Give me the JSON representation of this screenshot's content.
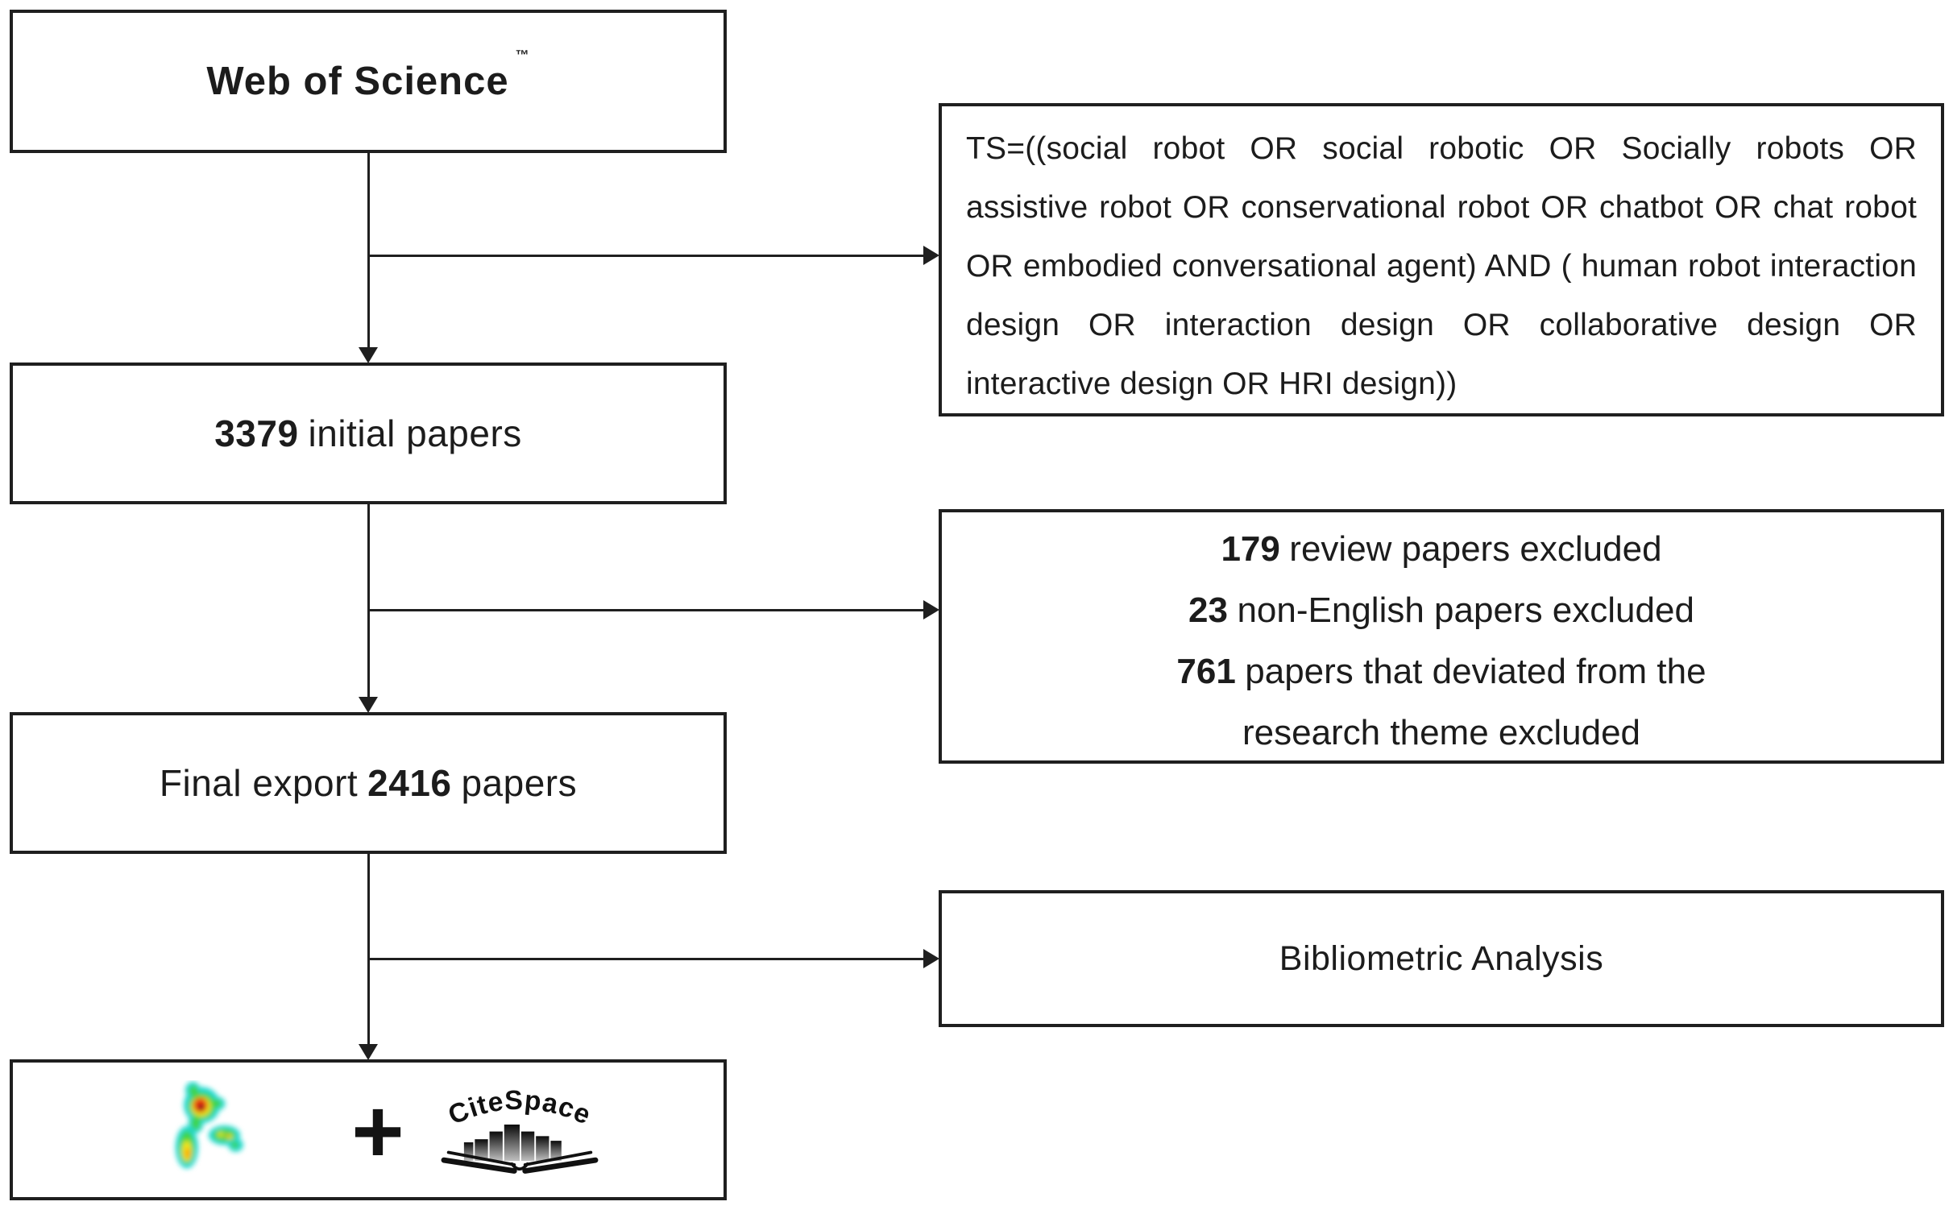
{
  "colors": {
    "ink": "#1c1c1c",
    "background": "#ffffff"
  },
  "boxes": {
    "source": {
      "label": "Web of Science",
      "trademark": "™"
    },
    "initial": {
      "number": "3379",
      "label": "initial papers"
    },
    "final": {
      "prefix": "Final export",
      "number": "2416",
      "suffix": "papers"
    },
    "tools": {
      "plus": "+",
      "citespace_wordmark": "CiteSpace",
      "vosviewer_icon": "density-heatmap-icon"
    }
  },
  "side": {
    "query": "TS=((social robot OR social robotic OR Socially robots OR assistive robot OR conservational robot OR chatbot OR chat robot OR embodied conversational agent) AND ( human robot interaction design OR interaction design OR collaborative design OR interactive design OR HRI design))",
    "exclusions": [
      {
        "number": "179",
        "text": "review papers excluded"
      },
      {
        "number": "23",
        "text": "non-English papers excluded"
      },
      {
        "number": "761",
        "text": "papers that deviated from the",
        "text_line2": "research theme excluded"
      }
    ],
    "analysis": "Bibliometric Analysis"
  }
}
